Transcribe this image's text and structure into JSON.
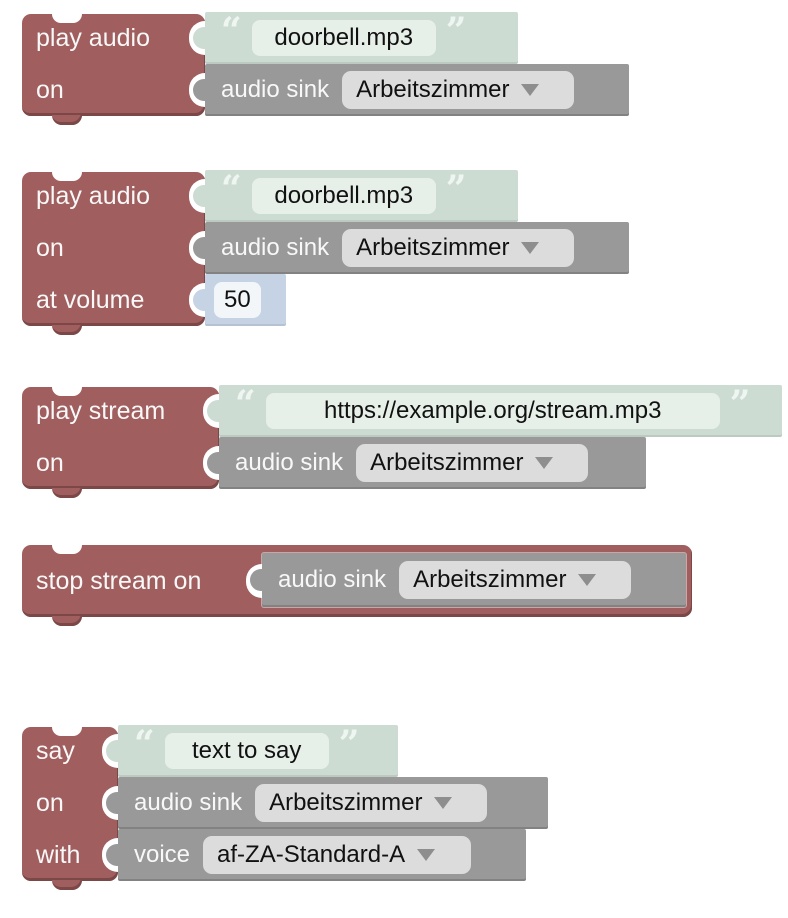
{
  "colors": {
    "canvas": "#ffffff",
    "red": "#a05e5e",
    "red-dark": "#7c4747",
    "gray": "#999999",
    "green": "#ccdcd3",
    "green-field": "#e7efe9",
    "blue": "#c5d3e4",
    "num-field": "#f2f6f9",
    "dropdown": "#dcdcdc",
    "arrow": "#8e8e8e",
    "quote": "#eff5f1",
    "label": "#f8f8f8",
    "text": "#111111"
  },
  "glyphs": {
    "quote_open": "“",
    "quote_close": "”"
  },
  "g1": {
    "row1": "play audio",
    "row2": "on",
    "text": "doorbell.mp3",
    "sink_label": "audio sink",
    "sink_value": "Arbeitszimmer"
  },
  "g2": {
    "row1": "play audio",
    "row2": "on",
    "row3": "at volume",
    "text": "doorbell.mp3",
    "sink_label": "audio sink",
    "sink_value": "Arbeitszimmer",
    "volume": "50"
  },
  "g3": {
    "row1": "play stream",
    "row2": "on",
    "text": "https://example.org/stream.mp3",
    "sink_label": "audio sink",
    "sink_value": "Arbeitszimmer"
  },
  "g4": {
    "row1": "stop stream on",
    "sink_label": "audio sink",
    "sink_value": "Arbeitszimmer"
  },
  "g5": {
    "row1": "say",
    "row2": "on",
    "row3": "with",
    "text": "text to say",
    "sink_label": "audio sink",
    "sink_value": "Arbeitszimmer",
    "voice_label": "voice",
    "voice_value": "af-ZA-Standard-A"
  }
}
